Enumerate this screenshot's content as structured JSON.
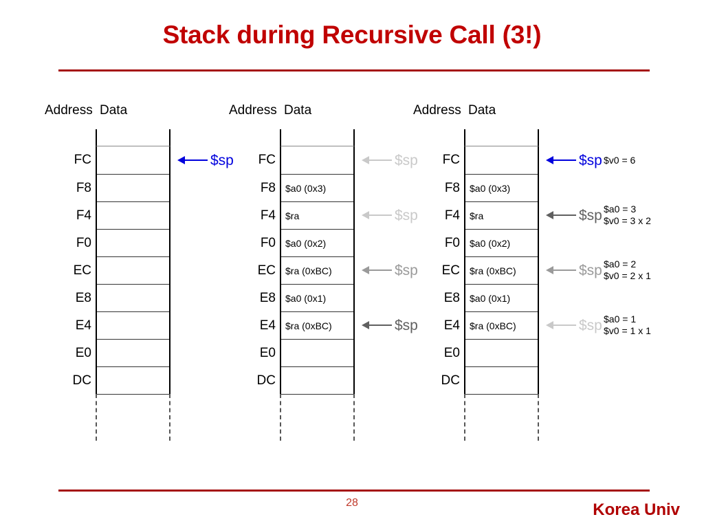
{
  "slide": {
    "title": "Stack during Recursive Call (3!)",
    "page_number": "28",
    "brand": "Korea Univ",
    "title_color": "#C00000",
    "rule_color": "#A51010"
  },
  "headers": {
    "address": "Address",
    "data": "Data"
  },
  "addresses": [
    "FC",
    "F8",
    "F4",
    "F0",
    "EC",
    "E8",
    "E4",
    "E0",
    "DC"
  ],
  "panels": [
    {
      "name": "stack-initial",
      "cells": [
        "",
        "",
        "",
        "",
        "",
        "",
        "",
        "",
        ""
      ],
      "pointers": [
        {
          "row": 0,
          "label": "$sp",
          "color": "#0000DD"
        }
      ],
      "notes": []
    },
    {
      "name": "stack-deepest",
      "cells": [
        "",
        "$a0 (0x3)",
        "$ra",
        "$a0 (0x2)",
        "$ra (0xBC)",
        "$a0 (0x1)",
        "$ra (0xBC)",
        "",
        ""
      ],
      "pointers": [
        {
          "row": 0,
          "label": "$sp",
          "color": "#C9C9C9"
        },
        {
          "row": 2,
          "label": "$sp",
          "color": "#C9C9C9"
        },
        {
          "row": 4,
          "label": "$sp",
          "color": "#9A9A9A"
        },
        {
          "row": 6,
          "label": "$sp",
          "color": "#606060"
        }
      ],
      "notes": []
    },
    {
      "name": "stack-returning",
      "cells": [
        "",
        "$a0 (0x3)",
        "$ra",
        "$a0 (0x2)",
        "$ra (0xBC)",
        "$a0 (0x1)",
        "$ra (0xBC)",
        "",
        ""
      ],
      "pointers": [
        {
          "row": 0,
          "label": "$sp",
          "color": "#0000DD"
        },
        {
          "row": 2,
          "label": "$sp",
          "color": "#606060"
        },
        {
          "row": 4,
          "label": "$sp",
          "color": "#9A9A9A"
        },
        {
          "row": 6,
          "label": "$sp",
          "color": "#C9C9C9"
        }
      ],
      "notes": [
        {
          "row": 0,
          "lines": [
            "$v0 =  6"
          ]
        },
        {
          "row": 2,
          "lines": [
            "$a0 = 3",
            "$v0 =  3 x 2"
          ]
        },
        {
          "row": 4,
          "lines": [
            "$a0 = 2",
            "$v0 =  2 x 1"
          ]
        },
        {
          "row": 6,
          "lines": [
            "$a0 = 1",
            "$v0 =  1 x 1"
          ]
        }
      ]
    }
  ]
}
